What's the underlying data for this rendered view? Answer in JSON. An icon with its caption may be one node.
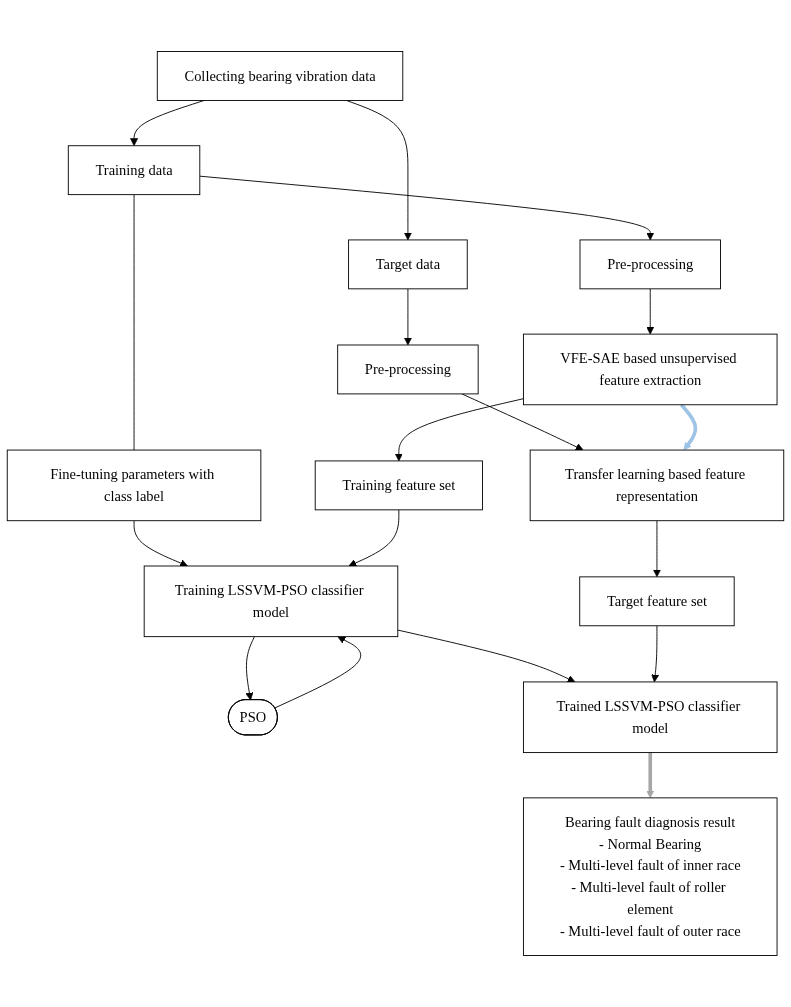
{
  "diagram": {
    "nodes": [
      {
        "text": [
          "Collecting bearing vibration data"
        ]
      },
      {
        "text": [
          "Training data"
        ]
      },
      {
        "text": [
          "Target data"
        ]
      },
      {
        "text": [
          "Pre-processing"
        ]
      },
      {
        "text": [
          "Pre-processing"
        ]
      },
      {
        "text": [
          "VFE-SAE based unsupervised feature extraction"
        ]
      },
      {
        "text": [
          "Transfer learning based feature representation"
        ]
      },
      {
        "text": [
          "Fine-tuning parameters with class label"
        ]
      },
      {
        "text": [
          "Training feature set"
        ]
      },
      {
        "text": [
          "Target feature set"
        ]
      },
      {
        "text": [
          "Training LSSVM-PSO classifier model"
        ]
      },
      {
        "text": [
          "PSO"
        ]
      },
      {
        "text": [
          "Trained LSSVM-PSO classifier model"
        ]
      },
      {
        "text": [
          "Bearing fault diagnosis result",
          "- Normal Bearing",
          "- Multi-level fault of inner race",
          "- Multi-level fault of roller element",
          "- Multi-level fault of outer race"
        ]
      }
    ],
    "edges": [
      {
        "from": 0,
        "to": 1,
        "arrow": "to"
      },
      {
        "from": 0,
        "to": 2,
        "arrow": "to"
      },
      {
        "from": 1,
        "to": 3,
        "arrow": "to"
      },
      {
        "from": 2,
        "to": 4,
        "arrow": "to"
      },
      {
        "from": 3,
        "to": 5,
        "arrow": "to"
      },
      {
        "from": 4,
        "to": 6,
        "arrow": "to"
      },
      {
        "from": 5,
        "to": 6,
        "arrow": "to",
        "style": "thick",
        "color": "#9dc3e6"
      },
      {
        "from": 1,
        "to": 7,
        "arrow": "none"
      },
      {
        "from": 7,
        "to": 10,
        "arrow": "to"
      },
      {
        "from": 5,
        "to": 8,
        "arrow": "to"
      },
      {
        "from": 6,
        "to": 9,
        "arrow": "to"
      },
      {
        "from": 8,
        "to": 10,
        "arrow": "to"
      },
      {
        "from": 10,
        "to": 11,
        "arrow": "to"
      },
      {
        "from": 11,
        "to": 10,
        "arrow": "to"
      },
      {
        "from": 10,
        "to": 12,
        "arrow": "to"
      },
      {
        "from": 9,
        "to": 12,
        "arrow": "to"
      },
      {
        "from": 12,
        "to": 13,
        "arrow": "to",
        "style": "thick",
        "color": "#a6a6a6"
      }
    ]
  }
}
